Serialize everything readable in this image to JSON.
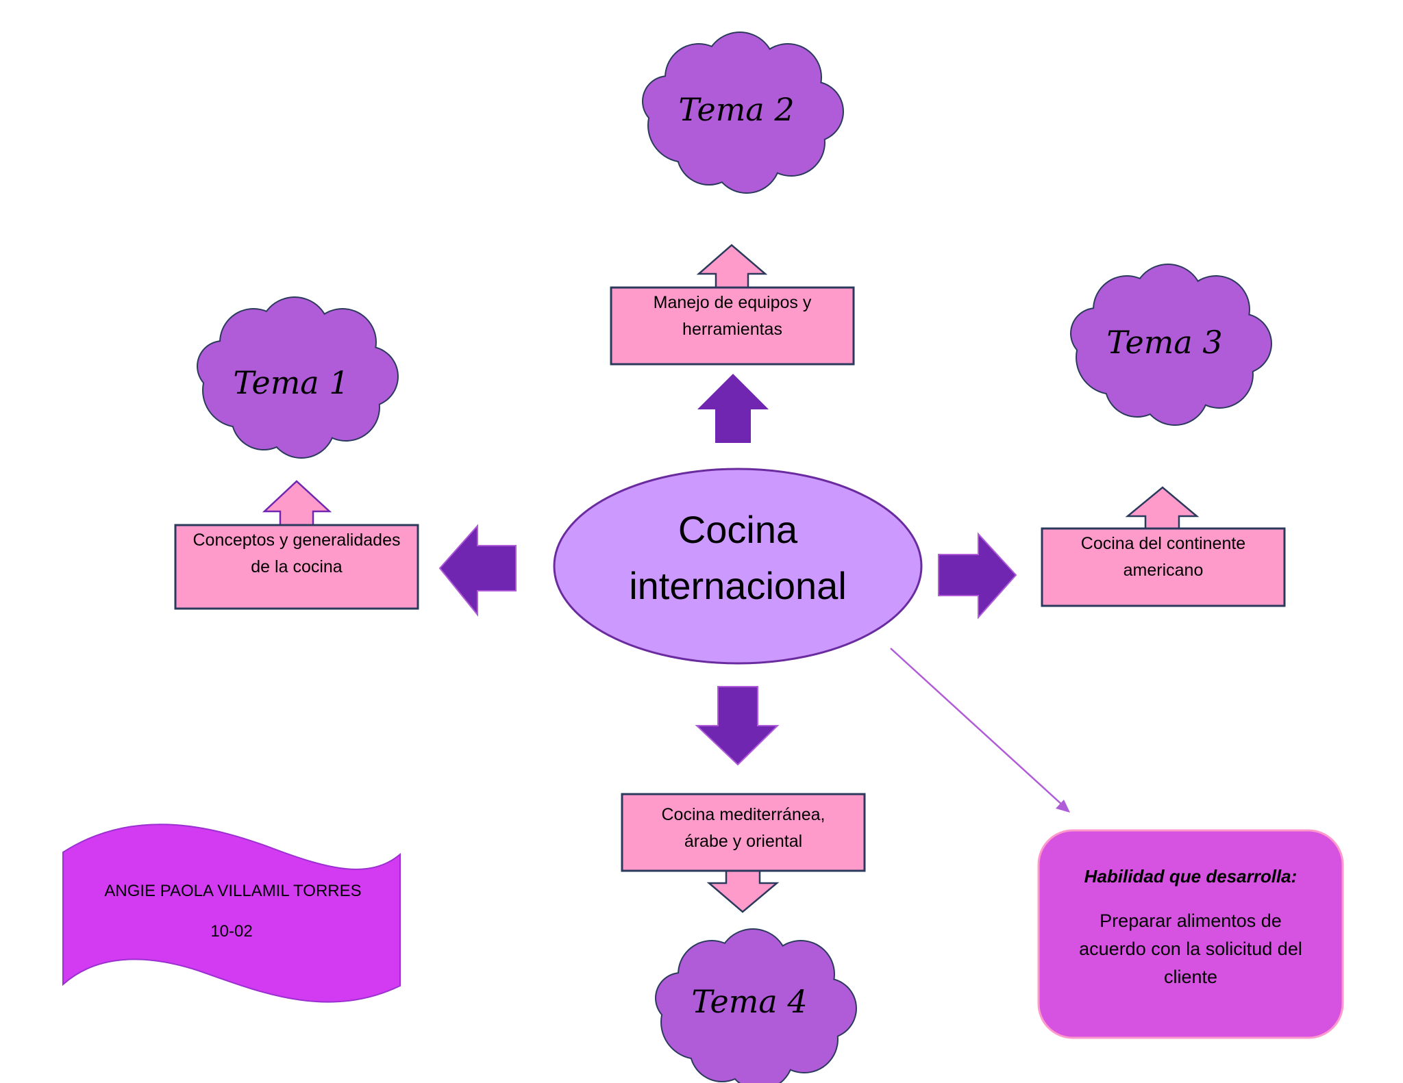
{
  "colors": {
    "cloud_fill": "#b05bd8",
    "cloud_stroke": "#2b3a5c",
    "box_fill": "#ff9bcb",
    "box_stroke": "#2b3a5c",
    "arrow_dark": "#7026b0",
    "ellipse_fill": "#cc99ff",
    "ellipse_stroke": "#6a2b9e",
    "banner_fill": "#d33bf2",
    "skill_fill": "#d652e0",
    "skill_stroke": "#ff99cc",
    "connector": "#b05bd8"
  },
  "center": {
    "line1": "Cocina",
    "line2": "internacional"
  },
  "topics": [
    {
      "cloud": "Tema 1",
      "line1": "Conceptos y generalidades",
      "line2": "de la cocina"
    },
    {
      "cloud": "Tema 2",
      "line1": "Manejo de equipos y",
      "line2": "herramientas"
    },
    {
      "cloud": "Tema 3",
      "line1": "Cocina del continente",
      "line2": "americano"
    },
    {
      "cloud": "Tema 4",
      "line1": "Cocina mediterránea,",
      "line2": "árabe y oriental"
    }
  ],
  "author": {
    "name": "ANGIE PAOLA VILLAMIL TORRES",
    "group": "10-02"
  },
  "skill": {
    "title": "Habilidad que desarrolla:",
    "line1": "Preparar alimentos de",
    "line2": "acuerdo con la solicitud del",
    "line3": "cliente"
  }
}
